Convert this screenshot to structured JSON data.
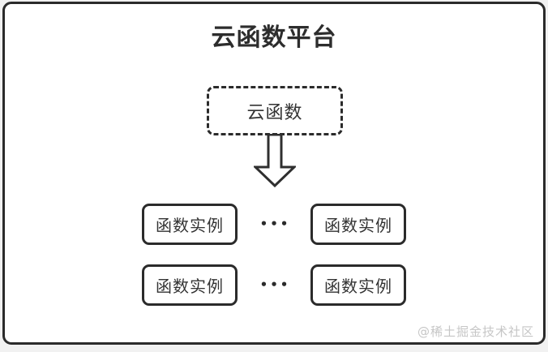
{
  "diagram": {
    "title": "云函数平台",
    "cloud_function": {
      "label": "云函数"
    },
    "rows": [
      {
        "left": "函数实例",
        "separator": "•••",
        "right": "函数实例"
      },
      {
        "left": "函数实例",
        "separator": "•••",
        "right": "函数实例"
      }
    ],
    "watermark": "@稀土掘金技术社区",
    "colors": {
      "border": "#2b2b2b",
      "text": "#333333",
      "frame_background": "#ffffff",
      "page_background": "#f1f1f1",
      "watermark": "#c6c6c6"
    }
  }
}
